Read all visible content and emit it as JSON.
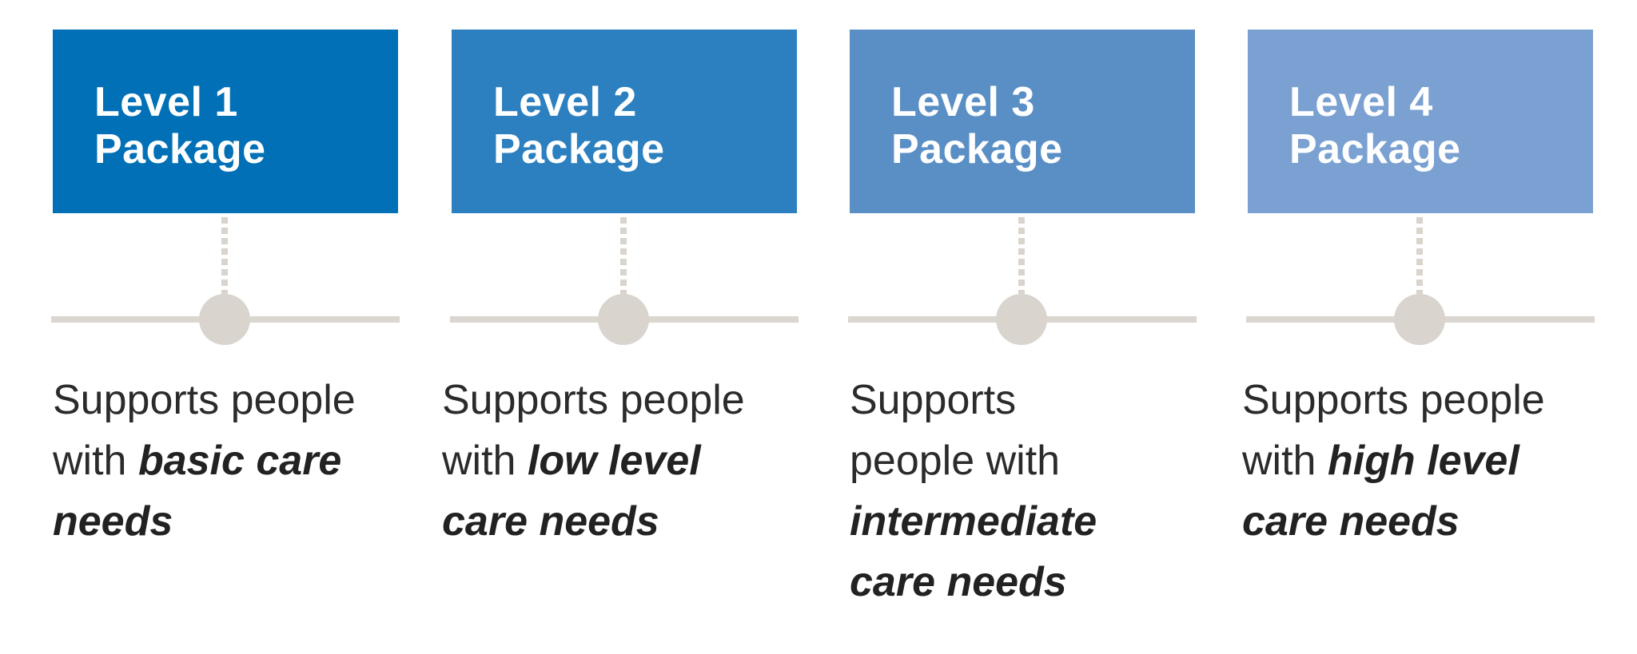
{
  "packages": [
    {
      "title_line1": "Level 1",
      "title_line2": "Package",
      "desc_lead": "Supports people with",
      "desc_emphasis": "basic care needs",
      "color": "#0170b6"
    },
    {
      "title_line1": "Level 2",
      "title_line2": "Package",
      "desc_lead": "Supports people with",
      "desc_emphasis": "low level care needs",
      "color": "#2c80bf"
    },
    {
      "title_line1": "Level 3",
      "title_line2": "Package",
      "desc_lead": "Supports people with",
      "desc_emphasis": "intermediate care needs",
      "color": "#5a8fc6"
    },
    {
      "title_line1": "Level 4",
      "title_line2": "Package",
      "desc_lead": "Supports people with",
      "desc_emphasis": "high level care needs",
      "color": "#7aa1d1"
    }
  ],
  "connector_color": "#d9d4cd"
}
